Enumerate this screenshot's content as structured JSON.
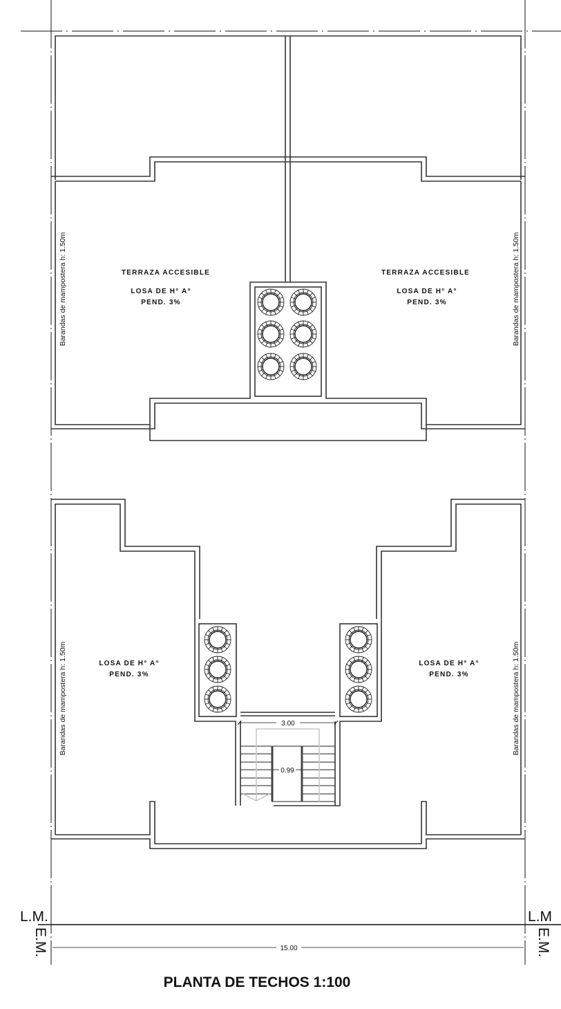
{
  "drawing": {
    "title": "PLANTA  DE TECHOS 1:100",
    "terrace_label": "TERRAZA ACCESIBLE",
    "slab_label": "LOSA DE H° A°",
    "slope_label": "PEND. 3%",
    "railing_label": "Barandas de mampostera  h: 1.50m",
    "stair_width_dim": "3.00",
    "stair_well_dim": "0.99",
    "lot_width_dim": "15.00",
    "line_municipal_left": "L.M.",
    "line_municipal_right": "L.M",
    "building_line": "E.M."
  }
}
